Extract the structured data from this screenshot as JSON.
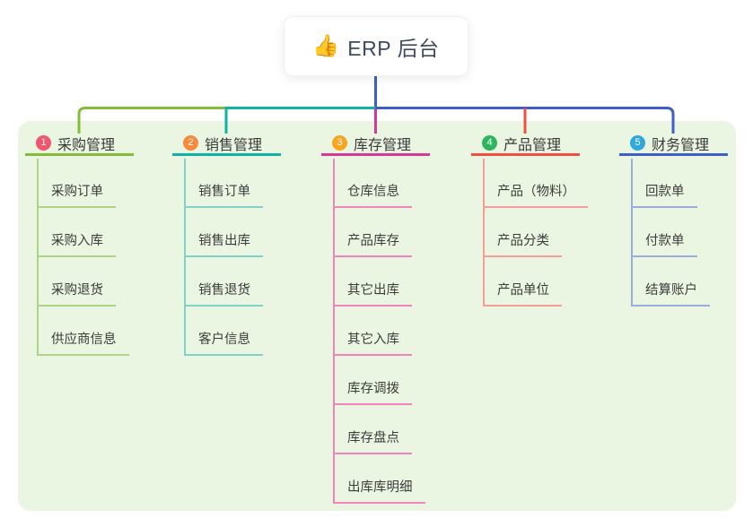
{
  "root": {
    "label": "ERP 后台",
    "icon": "thumbs-up-icon",
    "icon_char": "👍"
  },
  "colors": {
    "canvas_background": "#ffffff",
    "panel_background": "#eaf6e2",
    "root_text": "#3d4a5f",
    "title_text": "#3a3a3a",
    "child_text": "#3c3c3c"
  },
  "branches": [
    {
      "number": "1",
      "label": "采购管理",
      "slug": "purchase-management",
      "badge_color": "#f0566e",
      "line_color": "#84bd3e",
      "light_line_color": "#aad584",
      "children": [
        "采购订单",
        "采购入库",
        "采购退货",
        "供应商信息"
      ]
    },
    {
      "number": "2",
      "label": "销售管理",
      "slug": "sales-management",
      "badge_color": "#f78a3d",
      "line_color": "#0fb3a4",
      "light_line_color": "#7fd2c8",
      "children": [
        "销售订单",
        "销售出库",
        "销售退货",
        "客户信息"
      ]
    },
    {
      "number": "3",
      "label": "库存管理",
      "slug": "inventory-management",
      "badge_color": "#f8a51f",
      "line_color": "#d63897",
      "light_line_color": "#ef85bc",
      "children": [
        "仓库信息",
        "产品库存",
        "其它出库",
        "其它入库",
        "库存调拨",
        "库存盘点",
        "出库库明细"
      ]
    },
    {
      "number": "4",
      "label": "产品管理",
      "slug": "product-management",
      "badge_color": "#2db45c",
      "line_color": "#f05043",
      "light_line_color": "#f59e96",
      "children": [
        "产品（物料）",
        "产品分类",
        "产品单位"
      ]
    },
    {
      "number": "5",
      "label": "财务管理",
      "slug": "finance-management",
      "badge_color": "#30a8dd",
      "line_color": "#3f5ec7",
      "light_line_color": "#9aaede",
      "children": [
        "回款单",
        "付款单",
        "结算账户"
      ]
    }
  ]
}
